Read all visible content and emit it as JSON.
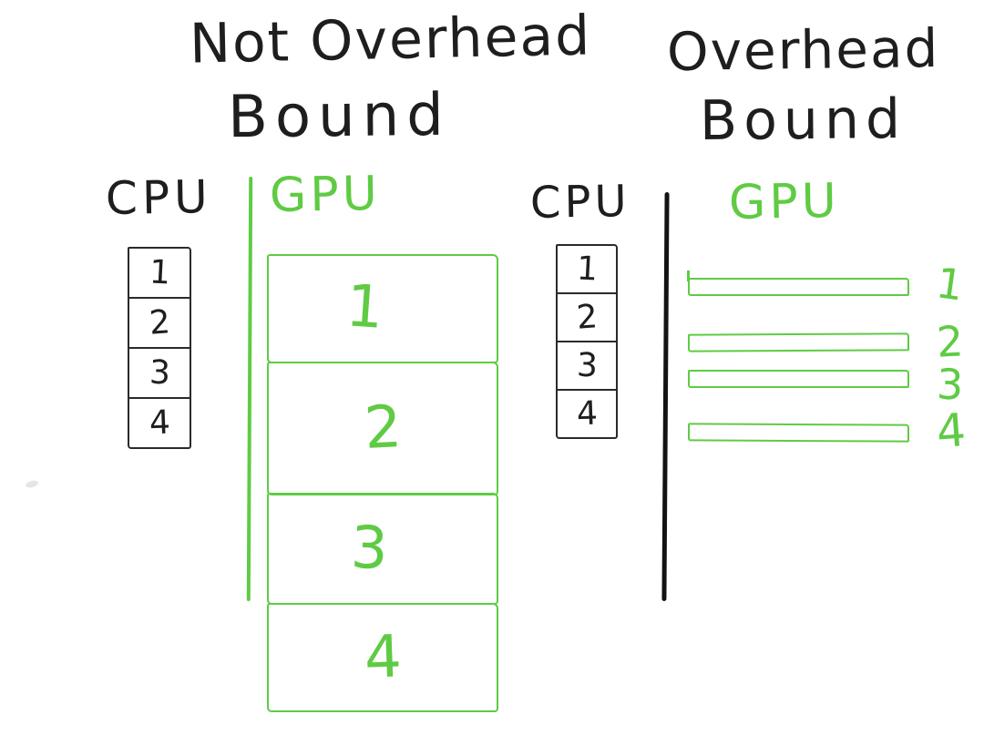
{
  "colors": {
    "background": "#ffffff",
    "ink": "#1e1e1e",
    "green": "#5fcb44"
  },
  "left": {
    "title_line1": "Not Overhead",
    "title_line2": "Bound",
    "cpu_label": "CPU",
    "gpu_label": "GPU",
    "cpu_tasks": [
      "1",
      "2",
      "3",
      "4"
    ],
    "gpu_tasks": [
      "1",
      "2",
      "3",
      "4"
    ]
  },
  "right": {
    "title_line1": "Overhead",
    "title_line2": "Bound",
    "cpu_label": "CPU",
    "gpu_label": "GPU",
    "cpu_tasks": [
      "1",
      "2",
      "3",
      "4"
    ],
    "gpu_tasks": [
      "1",
      "2",
      "3",
      "4"
    ]
  }
}
